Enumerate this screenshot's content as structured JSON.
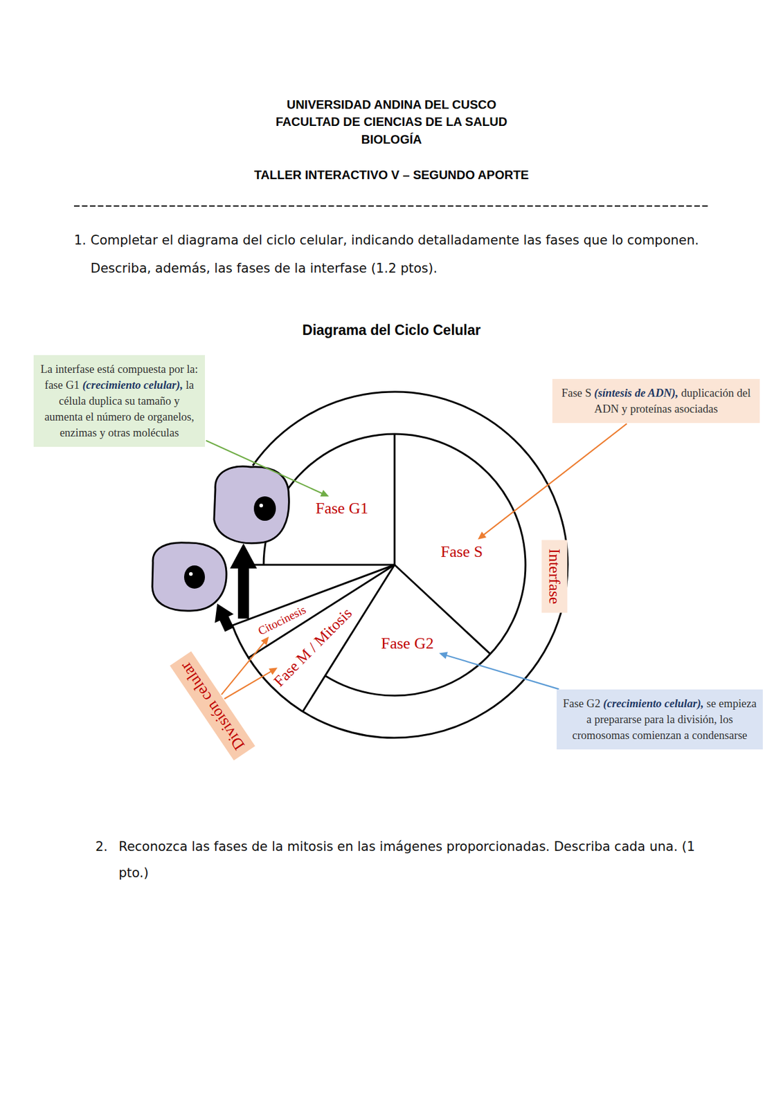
{
  "diagram": {
    "title": "Diagrama del Ciclo Celular",
    "nodes": [
      {
        "text": [
          "La interfase está compuesta por la: fase G1",
          "(crecimiento celular),",
          "la célula duplica su tamaño y aumenta el número de organelos, enzimas y otras moléculas"
        ]
      },
      {
        "text": [
          "Fase S",
          "(síntesis de ADN),",
          "duplicación del ADN y proteínas asociadas"
        ]
      },
      {
        "text": [
          "Fase G1"
        ]
      },
      {
        "text": [
          "Fase S"
        ]
      },
      {
        "text": [
          "Interfase"
        ]
      },
      {
        "text": [
          "Citocinesis"
        ]
      },
      {
        "text": [
          "Fase M / Mitosis"
        ]
      },
      {
        "text": [
          "Fase G2"
        ]
      },
      {
        "text": [
          "División celular"
        ]
      },
      {
        "text": [
          "Fase G2",
          "(crecimiento celular),",
          "se empieza a prepararse para la división, los cromosomas comienzan a condensarse"
        ]
      }
    ],
    "edges": [
      {
        "from": 0,
        "to": 2,
        "arrow": "to"
      },
      {
        "from": 1,
        "to": 3,
        "arrow": "to"
      },
      {
        "from": 9,
        "to": 7,
        "arrow": "to"
      },
      {
        "from": 8,
        "to": 5,
        "arrow": "to"
      },
      {
        "from": 8,
        "to": 6,
        "arrow": "to"
      }
    ],
    "labels": [
      "UNIVERSIDAD ANDINA DEL CUSCO",
      "FACULTAD DE CIENCIAS DE LA SALUD",
      "BIOLOGÍA",
      "TALLER INTERACTIVO V – SEGUNDO APORTE",
      "1.",
      "Completar el diagrama del ciclo celular, indicando detalladamente las fases que lo componen. Describa, además, las fases de la interfase (1.2 ptos).",
      "2.",
      "Reconozca las fases de la mitosis en las imágenes proporcionadas. Describa cada una. (1 pto.)"
    ]
  }
}
